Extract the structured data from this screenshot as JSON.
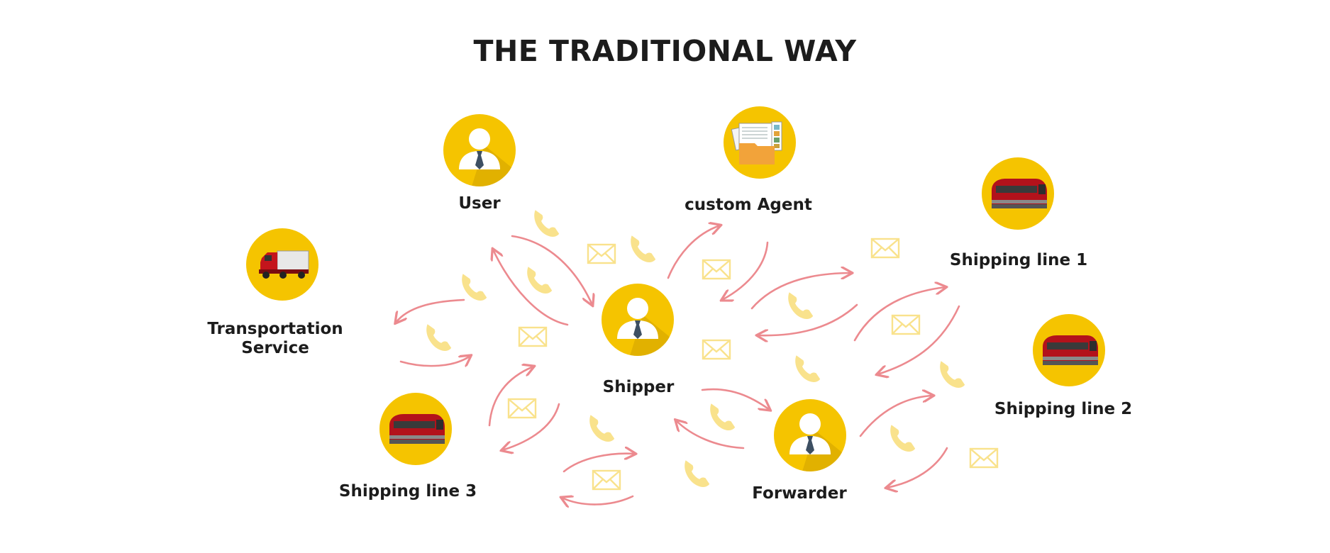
{
  "title": "THE TRADITIONAL WAY",
  "nodes": {
    "user": {
      "label": "User",
      "icon": "person-icon"
    },
    "custom_agent": {
      "label": "custom Agent",
      "icon": "documents-folder-icon"
    },
    "transportation": {
      "label": "Transportation Service",
      "line1": "Transportation",
      "line2": "Service",
      "icon": "truck-icon"
    },
    "shipper": {
      "label": "Shipper",
      "icon": "person-icon"
    },
    "shipping_line_1": {
      "label": "Shipping line 1",
      "icon": "train-icon"
    },
    "shipping_line_2": {
      "label": "Shipping line 2",
      "icon": "train-icon"
    },
    "shipping_line_3": {
      "label": "Shipping line 3",
      "icon": "train-icon"
    },
    "forwarder": {
      "label": "Forwarder",
      "icon": "person-icon"
    }
  },
  "colors": {
    "circle": "#f5c400",
    "arrow": "#ec8a8f",
    "phone": "#f9e28c",
    "envelope": "#f9e28c",
    "text": "#1c1c1c"
  }
}
